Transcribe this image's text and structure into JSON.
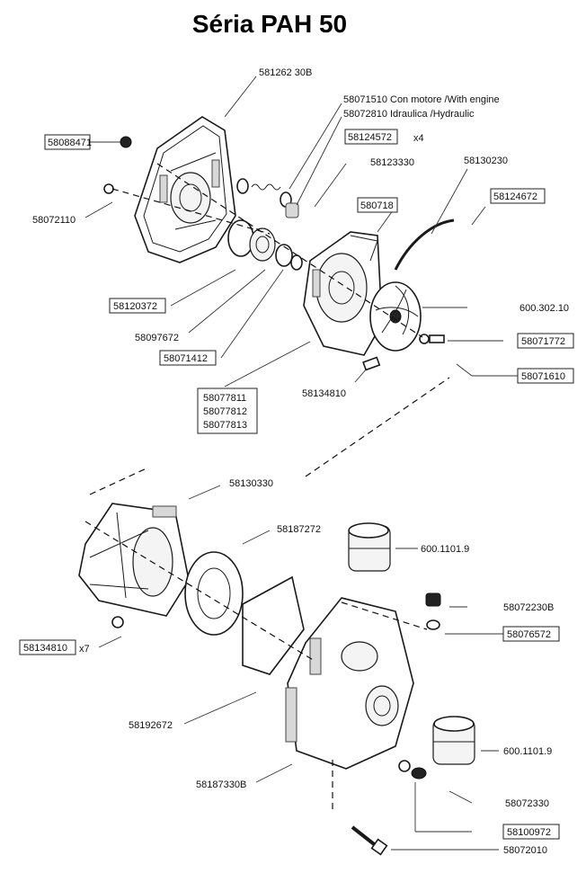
{
  "title": "Séria PAH 50",
  "labels": {
    "l_58126230B": "581262 30B",
    "l_58071510": "58071510 Con motore /With engine",
    "l_58072810": "58072810 Idraulica /Hydraulic",
    "l_58088471": "58088471",
    "l_58124572": "58124572",
    "l_x4": "x4",
    "l_58123330": "58123330",
    "l_58130230": "58130230",
    "l_58124672": "58124672",
    "l_58072110": "58072110",
    "l_580718": "580718",
    "l_58120372": "58120372",
    "l_58097672": "58097672",
    "l_58071412": "58071412",
    "l_600_302_10": "600.302.10",
    "l_58071772": "58071772",
    "l_58071610": "58071610",
    "l_58134810_top": "58134810",
    "l_58077811": "58077811",
    "l_58077812": "58077812",
    "l_58077813": "58077813",
    "l_58130330": "58130330",
    "l_58187272": "58187272",
    "l_600_1101_9_a": "600.1101.9",
    "l_58072230B": "58072230B",
    "l_58076572": "58076572",
    "l_58134810_bot": "58134810",
    "l_x7": "x7",
    "l_58192672": "58192672",
    "l_600_1101_9_b": "600.1101.9",
    "l_58187330B": "58187330B",
    "l_58072330": "58072330",
    "l_58100972": "58100972",
    "l_58072010": "58072010"
  }
}
